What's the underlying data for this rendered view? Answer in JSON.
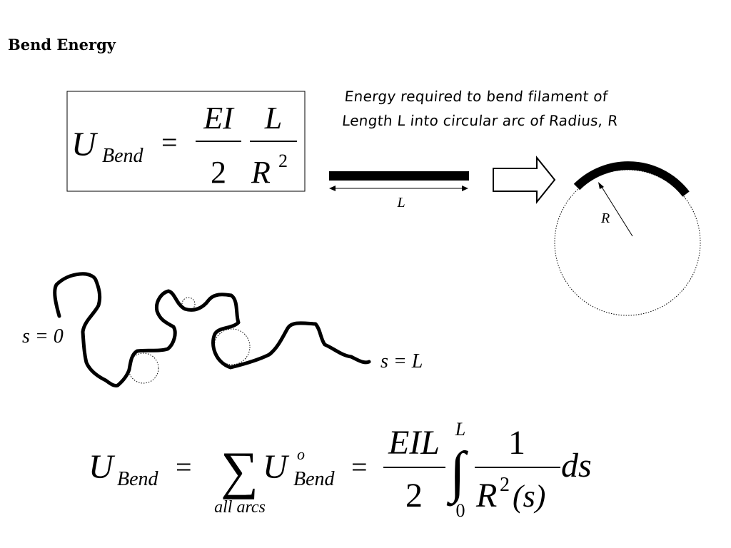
{
  "slide": {
    "title": "Bend Energy",
    "note_lines": [
      "Energy required to bend filament of",
      "Length L into circular arc of Radius, R"
    ],
    "label_length": "L",
    "label_radius": "R",
    "label_start": "s = 0",
    "label_end": "s = L"
  },
  "eq1": {
    "U": "U",
    "sub": "Bend",
    "equals": "=",
    "num1": "EI",
    "den1": "2",
    "num2": "L",
    "den2": "R",
    "den2_exp": "2"
  },
  "eq2": {
    "U": "U",
    "sub": "Bend",
    "equals1": "=",
    "sum_sym": "∑",
    "sum_under": "all arcs",
    "U2": "U",
    "sup2": "o",
    "sub2": "Bend",
    "equals2": "=",
    "frac_num": "EIL",
    "frac_den": "2",
    "int_sym": "∫",
    "int_upper": "L",
    "int_lower": "0",
    "frac2_num": "1",
    "frac2_den_R": "R",
    "frac2_den_exp": "2",
    "frac2_den_arg": "(s)",
    "ds": "ds"
  }
}
